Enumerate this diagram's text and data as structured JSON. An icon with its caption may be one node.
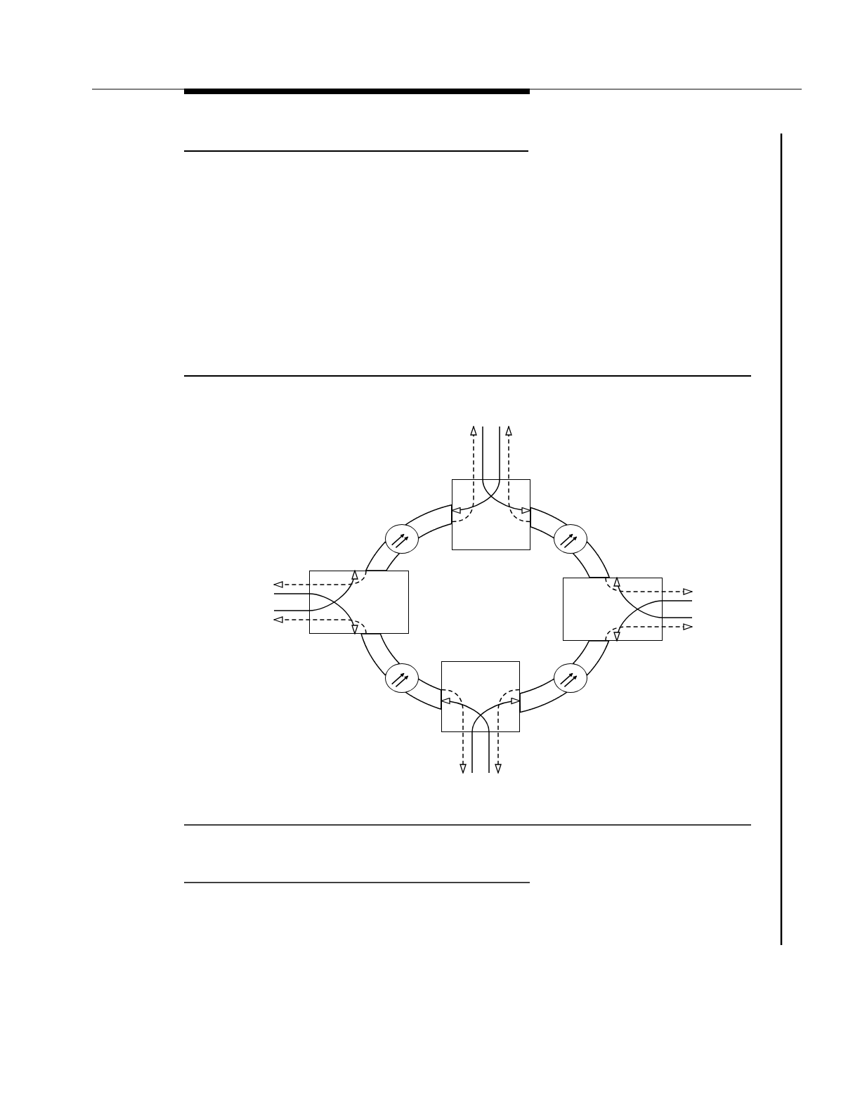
{
  "diagram": {
    "nodes": [
      {
        "text": [],
        "shape": "box"
      },
      {
        "text": [],
        "shape": "circle"
      },
      {
        "text": [],
        "shape": "circle"
      },
      {
        "text": [],
        "shape": "box"
      },
      {
        "text": [],
        "shape": "box"
      },
      {
        "text": [],
        "shape": "circle"
      },
      {
        "text": [],
        "shape": "box"
      },
      {
        "text": [],
        "shape": "circle"
      }
    ],
    "edges": [
      {
        "from": 0,
        "to": 1,
        "arrow": "none"
      },
      {
        "from": 0,
        "to": 2,
        "arrow": "none"
      },
      {
        "from": 1,
        "to": 3,
        "arrow": "none"
      },
      {
        "from": 2,
        "to": 4,
        "arrow": "none"
      },
      {
        "from": 3,
        "to": 5,
        "arrow": "none"
      },
      {
        "from": 4,
        "to": 7,
        "arrow": "none"
      },
      {
        "from": 5,
        "to": 6,
        "arrow": "none"
      },
      {
        "from": 7,
        "to": 6,
        "arrow": "none"
      },
      {
        "from": null,
        "to": 0,
        "arrow": "to"
      },
      {
        "from": null,
        "to": 0,
        "arrow": "to"
      },
      {
        "from": 0,
        "to": null,
        "arrow": "to",
        "style": "dashed"
      },
      {
        "from": 0,
        "to": null,
        "arrow": "to",
        "style": "dashed"
      },
      {
        "from": null,
        "to": 3,
        "arrow": "to"
      },
      {
        "from": null,
        "to": 3,
        "arrow": "to"
      },
      {
        "from": 3,
        "to": null,
        "arrow": "to",
        "style": "dashed"
      },
      {
        "from": 3,
        "to": null,
        "arrow": "to",
        "style": "dashed"
      },
      {
        "from": null,
        "to": 4,
        "arrow": "to"
      },
      {
        "from": null,
        "to": 4,
        "arrow": "to"
      },
      {
        "from": 4,
        "to": null,
        "arrow": "to",
        "style": "dashed"
      },
      {
        "from": 4,
        "to": null,
        "arrow": "to",
        "style": "dashed"
      },
      {
        "from": null,
        "to": 6,
        "arrow": "to"
      },
      {
        "from": null,
        "to": 6,
        "arrow": "to"
      },
      {
        "from": 6,
        "to": null,
        "arrow": "to",
        "style": "dashed"
      },
      {
        "from": 6,
        "to": null,
        "arrow": "to",
        "style": "dashed"
      }
    ]
  }
}
